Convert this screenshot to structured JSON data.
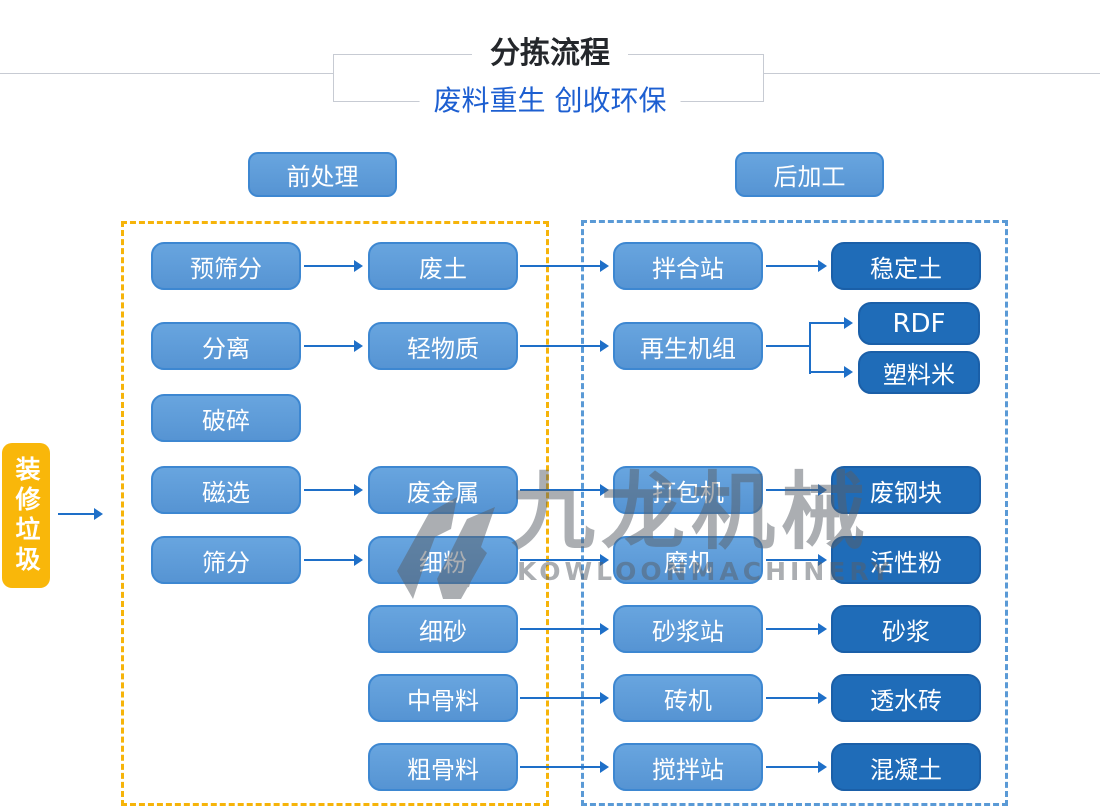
{
  "header": {
    "title": "分拣流程",
    "subtitle": "废料重生 创收环保"
  },
  "section_labels": {
    "pre": "前处理",
    "post": "后加工"
  },
  "source": {
    "label": "装修垃圾"
  },
  "flow": {
    "left_col1": [
      "预筛分",
      "分离",
      "破碎",
      "磁选",
      "筛分"
    ],
    "left_col2": [
      "废土",
      "轻物质",
      "废金属",
      "细粉",
      "细砂",
      "中骨料",
      "粗骨料"
    ],
    "right_col1": [
      "拌合站",
      "再生机组",
      "打包机",
      "磨机",
      "砂浆站",
      "砖机",
      "搅拌站"
    ],
    "right_col2": [
      "稳定土",
      "RDF",
      "塑料米",
      "废钢块",
      "活性粉",
      "砂浆",
      "透水砖",
      "混凝土"
    ]
  },
  "watermark": {
    "brand": "九龙机械",
    "brand_en": "KOWLOONMACHINERY"
  },
  "colors": {
    "node_blue": "#5C9DDB",
    "node_dark_blue": "#1F6CB8",
    "accent_yellow": "#F8B50B",
    "arrow_blue": "#1E6FC8",
    "subtitle_blue": "#1D5FD1",
    "dashed_yellow": "#F6B40A",
    "dashed_blue": "#5A9AD6"
  }
}
